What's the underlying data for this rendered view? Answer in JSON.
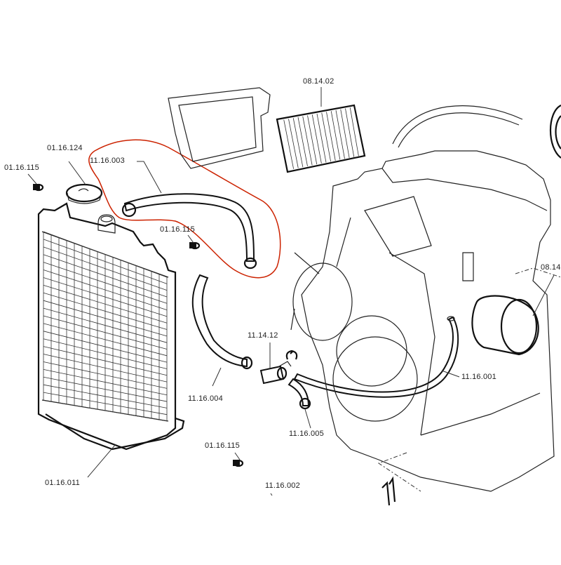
{
  "diagram": {
    "title": "Radiator and cooling hoses exploded view",
    "highlight_color": "#cc2200",
    "line_color": "#222222",
    "labels": [
      {
        "id": "p01",
        "text": "01.16.124"
      },
      {
        "id": "p02",
        "text": "01.16.115"
      },
      {
        "id": "p03",
        "text": "11.16.003"
      },
      {
        "id": "p04",
        "text": "01.16.115"
      },
      {
        "id": "p05",
        "text": "08.14.02"
      },
      {
        "id": "p06",
        "text": "08.14"
      },
      {
        "id": "p07",
        "text": "11.14.12"
      },
      {
        "id": "p08",
        "text": "11.16.001"
      },
      {
        "id": "p09",
        "text": "11.16.004"
      },
      {
        "id": "p10",
        "text": "11.16.005"
      },
      {
        "id": "p11",
        "text": "01.16.115"
      },
      {
        "id": "p12",
        "text": "01.16.011"
      },
      {
        "id": "p13",
        "text": "11.16.002"
      }
    ]
  }
}
